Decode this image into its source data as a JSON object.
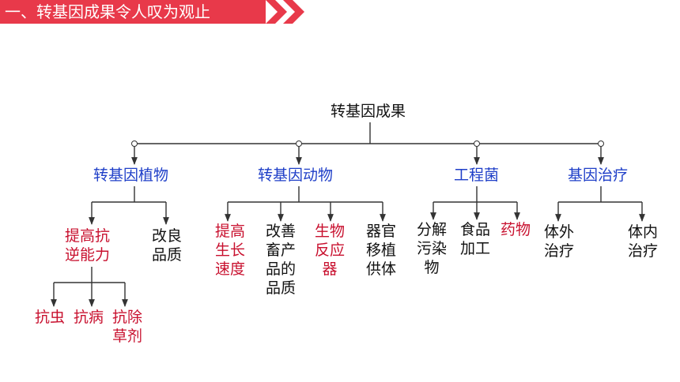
{
  "header": {
    "title": "一、转基因成果令人叹为观止",
    "accent_color": "#e8394a"
  },
  "diagram": {
    "root": "转基因成果",
    "categories": [
      {
        "label": "转基因植物",
        "children": [
          {
            "label_lines": [
              "提高抗",
              "逆能力"
            ],
            "children": [
              {
                "label_lines": [
                  "抗虫"
                ]
              },
              {
                "label_lines": [
                  "抗病"
                ]
              },
              {
                "label_lines": [
                  "抗除",
                  "草剂"
                ]
              }
            ]
          },
          {
            "label_lines": [
              "改良",
              "品质"
            ]
          }
        ]
      },
      {
        "label": "转基因动物",
        "children": [
          {
            "label_lines": [
              "提高",
              "生长",
              "速度"
            ]
          },
          {
            "label_lines": [
              "改善",
              "畜产",
              "品的",
              "品质"
            ]
          },
          {
            "label_lines": [
              "生物",
              "反应",
              "器"
            ]
          },
          {
            "label_lines": [
              "器官",
              "移植",
              "供体"
            ]
          }
        ]
      },
      {
        "label": "工程菌",
        "children": [
          {
            "label_lines": [
              "分解",
              "污染",
              "物"
            ]
          },
          {
            "label_lines": [
              "食品",
              "加工"
            ]
          },
          {
            "label_lines": [
              "药物"
            ]
          }
        ]
      },
      {
        "label": "基因治疗",
        "children": [
          {
            "label_lines": [
              "体外",
              "治疗"
            ]
          },
          {
            "label_lines": [
              "体内",
              "治疗"
            ]
          }
        ]
      }
    ],
    "colors": {
      "text": "#111111",
      "category": "#1f3fc8",
      "highlight": "#c8102e",
      "line": "#333333"
    }
  }
}
